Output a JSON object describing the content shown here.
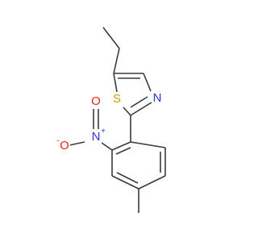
{
  "molecule": {
    "atoms": {
      "sulfur": {
        "symbol": "S",
        "color": "#c8a400"
      },
      "nitrogen_ring": {
        "symbol": "N",
        "color": "#2b35d8"
      },
      "nitrogen_nitro": {
        "symbol": "N",
        "color": "#2b35d8",
        "charge": "+"
      },
      "oxygen_double": {
        "symbol": "O",
        "color": "#e5261a"
      },
      "oxygen_single": {
        "symbol": "O",
        "color": "#e5261a",
        "charge": "-"
      }
    },
    "bond_color": "#3a3a3a"
  }
}
